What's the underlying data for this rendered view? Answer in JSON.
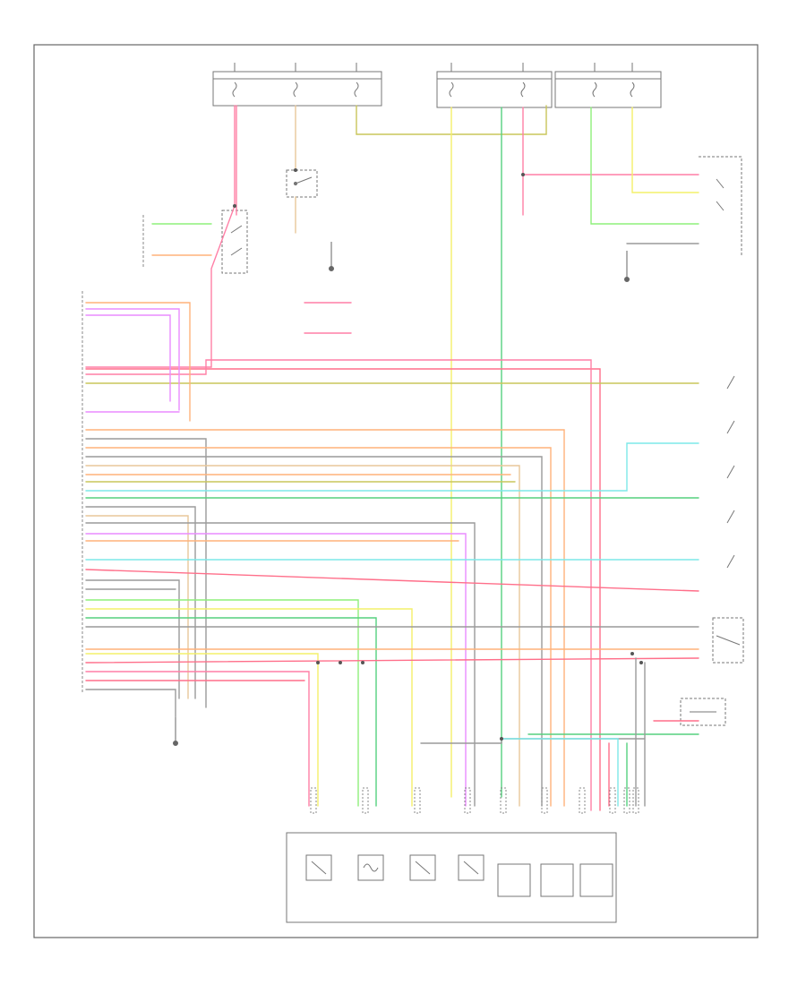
{
  "diagram": {
    "figure_code": "",
    "colors": {
      "pink": "#ff7fa6",
      "red": "#ff6f8a",
      "orange": "#ffb27a",
      "yellow": "#f4f06a",
      "lightgreen": "#8ef07a",
      "green": "#55d17f",
      "cyan": "#7de8e8",
      "blue": "#8cb6ff",
      "violet": "#ea8cff",
      "tan": "#e8c79a",
      "gray": "#9a9a9a",
      "olive": "#c9c55a",
      "frame": "#666666"
    },
    "fuse_boxes": [
      {
        "id": "fuse-box-left"
      },
      {
        "id": "fuse-box-middle"
      },
      {
        "id": "fuse-box-right"
      }
    ],
    "components": [
      {
        "id": "instrument-cluster"
      },
      {
        "id": "powertrain-control-module"
      },
      {
        "id": "transmission-range-switch"
      },
      {
        "id": "brake-pedal-switch"
      },
      {
        "id": "shift-solenoids"
      },
      {
        "id": "throttle-position-sensor"
      },
      {
        "id": "output-shaft-speed-sensor"
      },
      {
        "id": "turbine-shaft-speed-sensor"
      },
      {
        "id": "electronic-pressure-control-solenoid"
      },
      {
        "id": "torque-converter-clutch-solenoid"
      },
      {
        "id": "transmission-fluid-temperature-sensor"
      }
    ],
    "grounds": [
      {
        "id": "ground-left"
      },
      {
        "id": "ground-center"
      },
      {
        "id": "ground-right"
      }
    ]
  }
}
